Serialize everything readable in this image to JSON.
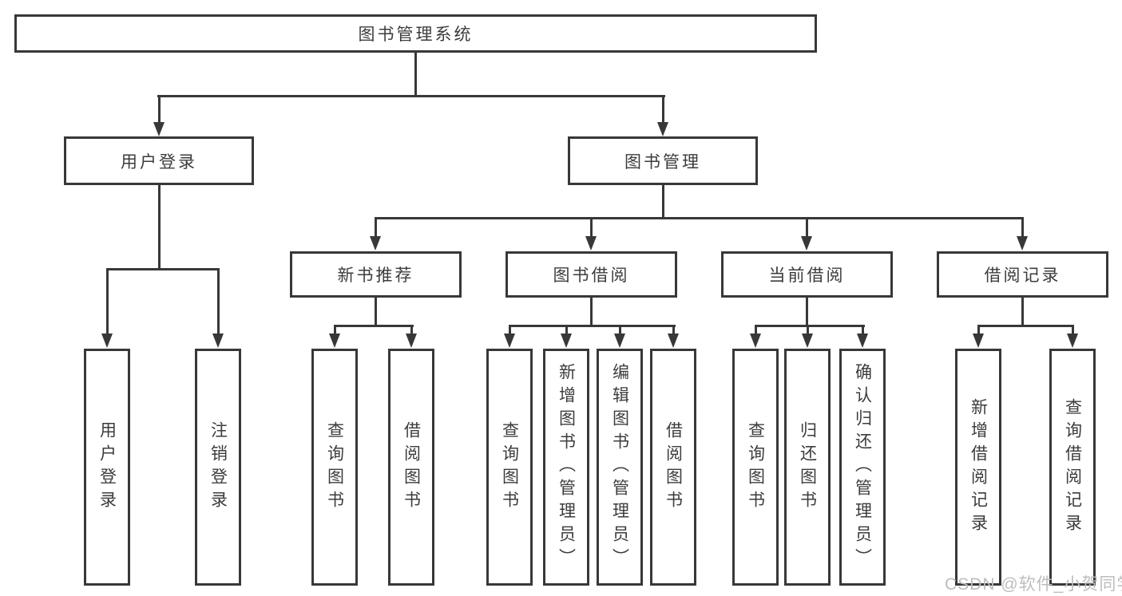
{
  "colors": {
    "line": "#383838",
    "text": "#3c3c3c",
    "box_background": "#ffffff",
    "watermark": "#bdbdbd"
  },
  "root": {
    "label": "图书管理系统"
  },
  "level2": {
    "user_login": {
      "label": "用户登录"
    },
    "book_management": {
      "label": "图书管理"
    }
  },
  "level3": {
    "new_books": {
      "label": "新书推荐"
    },
    "book_borrow": {
      "label": "图书借阅"
    },
    "current_borrow": {
      "label": "当前借阅"
    },
    "borrow_records": {
      "label": "借阅记录"
    }
  },
  "leaves": {
    "user_login": [
      "用户登录",
      "注销登录"
    ],
    "new_books": [
      "查询图书",
      "借阅图书"
    ],
    "book_borrow": [
      "查询图书",
      "新增图书（管理员）",
      "编辑图书（管理员）",
      "借阅图书"
    ],
    "current_borrow": [
      "查询图书",
      "归还图书",
      "确认归还（管理员）"
    ],
    "borrow_records": [
      "新增借阅记录",
      "查询借阅记录"
    ]
  },
  "watermark": {
    "text": "CSDN @软件_小贺同学"
  }
}
